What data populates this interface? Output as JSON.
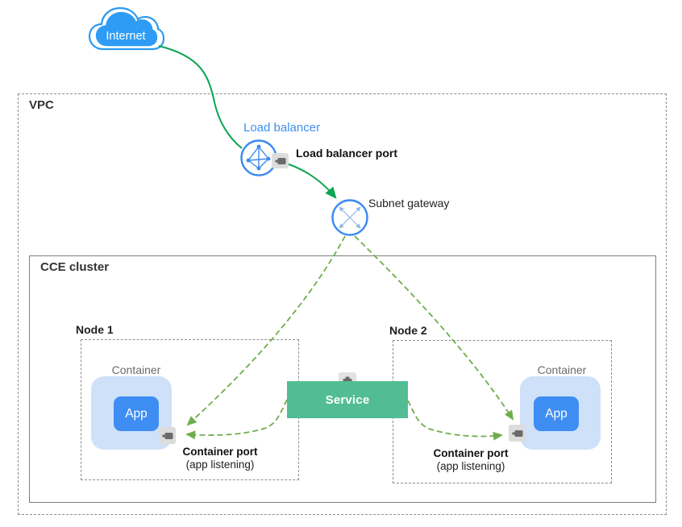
{
  "internet": {
    "label": "Internet"
  },
  "vpc": {
    "label": "VPC"
  },
  "load_balancer": {
    "label": "Load balancer",
    "port_label": "Load balancer port"
  },
  "subnet_gateway": {
    "label": "Subnet gateway"
  },
  "cce_cluster": {
    "label": "CCE cluster"
  },
  "service": {
    "label": "Service"
  },
  "nodes": [
    {
      "label": "Node 1",
      "container_label": "Container",
      "app_label": "App",
      "port_label": "Container port",
      "port_note": "(app listening)"
    },
    {
      "label": "Node 2",
      "container_label": "Container",
      "app_label": "App",
      "port_label": "Container port",
      "port_note": "(app listening)"
    }
  ],
  "icons": {
    "internet": "cloud-icon",
    "load_balancer": "load-balancer-icon",
    "subnet_gateway": "subnet-gateway-icon",
    "port": "port-icon",
    "service_port": "service-port-icon"
  },
  "colors": {
    "cloud_blue": "#2e9cf4",
    "icon_blue": "#3b8bf0",
    "label_blue": "#3d8ff0",
    "app_blue": "#3e8df2",
    "container_blue": "#cfe1f9",
    "service_green": "#52bd94",
    "flow_green": "#0aa550",
    "flow_dashed_green": "#6ead4c",
    "port_gray": "#dcdcdc",
    "port_glyph_gray": "#6a6a6a",
    "border_gray": "#7d7d7d"
  }
}
